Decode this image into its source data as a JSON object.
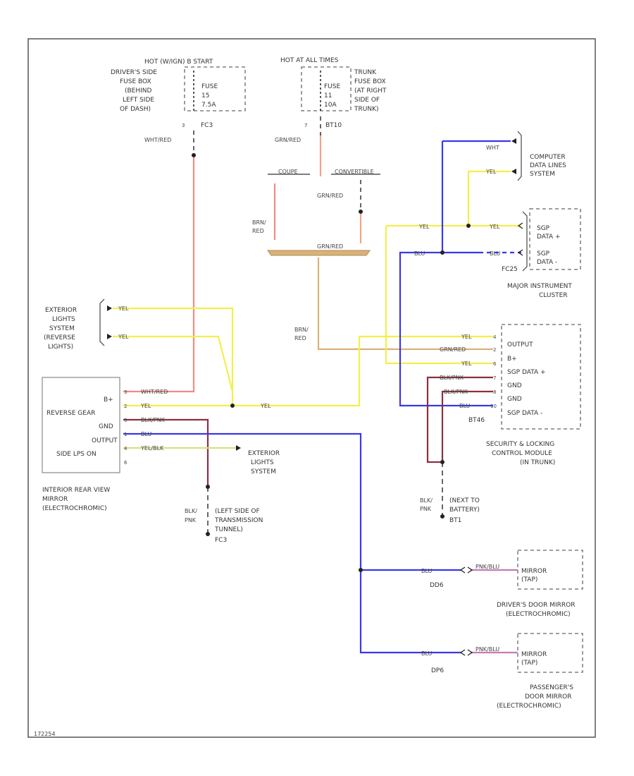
{
  "colors": {
    "yel": "#f3ef4a",
    "red": "#f08c84",
    "blu": "#3a38e8",
    "brn": "#d9b27a",
    "grnred": "#f0a484",
    "maroon": "#8a3040",
    "ylgrn": "#d8e080",
    "pink": "#c77ab6",
    "dark": "#333333"
  },
  "fuse_left": {
    "header": "HOT (W/IGN) B START",
    "desc": [
      "DRIVER'S SIDE",
      "FUSE BOX",
      "(BEHIND",
      "LEFT SIDE",
      "OF DASH)"
    ],
    "fuse": [
      "FUSE",
      "15",
      "7.5A"
    ],
    "pin": "3",
    "conn": "FC3"
  },
  "fuse_right": {
    "header": "HOT AT ALL TIMES",
    "desc": [
      "TRUNK",
      "FUSE BOX",
      "(AT RIGHT",
      "SIDE OF",
      "TRUNK)"
    ],
    "fuse": [
      "FUSE",
      "11",
      "10A"
    ],
    "pin": "7",
    "conn": "BT10"
  },
  "wire_labels": {
    "wht_red_top": "WHT/RED",
    "grn_red_1": "GRN/RED",
    "grn_red_2": "GRN/RED",
    "grn_red_3": "GRN/RED",
    "grn_red_4": "GRN/RED",
    "brn_red_1": [
      "BRN/",
      "RED"
    ],
    "brn_red_2": [
      "BRN/",
      "RED"
    ],
    "coupe": "COUPE",
    "convertible": "CONVERTIBLE",
    "wht": "WHT",
    "yel_data": "YEL",
    "yel_sgp1": "YEL",
    "yel_sgp2": "YEL",
    "blu_sgp1": "BLU",
    "blu_sgp2": "BLU",
    "yel_ext1": "YEL",
    "yel_ext2": "YEL",
    "wht_red_mirror": "WHT/RED",
    "yel_mirror": "YEL",
    "blk_pnk_mirror": "BLK/PNK",
    "blu_mirror": "BLU",
    "yel_blk_mirror": "YEL/BLK",
    "yel_mid": "YEL",
    "yel_sec1": "YEL",
    "grn_red_sec": "GRN/RED",
    "yel_sec2": "YEL",
    "blk_pnk_sec1": "BLK/PNK",
    "blk_pnk_sec2": "BLK/PNK",
    "blu_sec": "BLU",
    "blk_pnk_gnd_l": [
      "BLK/",
      "PNK"
    ],
    "blk_pnk_gnd_r": [
      "BLK/",
      "PNK"
    ],
    "blu_dd": "BLU",
    "pnk_blu_dd": "PNK/BLU",
    "blu_pd": "BLU",
    "pnk_blu_pd": "PNK/BLU"
  },
  "computer_data": [
    "COMPUTER",
    "DATA LINES",
    "SYSTEM"
  ],
  "instrument_cluster": {
    "pins": [
      "SGP",
      "DATA +",
      "SGP",
      "DATA -"
    ],
    "conn": "FC25",
    "title": [
      "MAJOR INSTRUMENT",
      "CLUSTER"
    ]
  },
  "exterior_lights_rev": [
    "EXTERIOR",
    "LIGHTS",
    "SYSTEM",
    "(REVERSE",
    "LIGHTS)"
  ],
  "mirror": {
    "pins": [
      "B+",
      "REVERSE GEAR",
      "GND",
      "OUTPUT",
      "SIDE LPS ON"
    ],
    "pin_nums": [
      "3",
      "2",
      "5",
      "1",
      "4",
      "6"
    ],
    "title": [
      "INTERIOR REAR VIEW",
      "MIRROR",
      "(ELECTROCHROMIC)"
    ]
  },
  "exterior_lights2": [
    "EXTERIOR",
    "LIGHTS",
    "SYSTEM"
  ],
  "security_module": {
    "pins": [
      "OUTPUT",
      "B+",
      "SGP DATA +",
      "GND",
      "GND",
      "SGP DATA -"
    ],
    "pin_nums": [
      "4",
      "2",
      "6",
      "7",
      "8",
      "10"
    ],
    "conn": "BT46",
    "title": [
      "SECURITY & LOCKING",
      "CONTROL MODULE",
      "(IN TRUNK)"
    ]
  },
  "ground_left": {
    "text": [
      "(LEFT SIDE OF",
      "TRANSMISSION",
      "TUNNEL)"
    ],
    "conn": "FC3"
  },
  "ground_right": {
    "text": [
      "(NEXT TO",
      "BATTERY)"
    ],
    "conn": "BT1"
  },
  "drivers_mirror": {
    "pin": "MIRROR",
    "pin2": "(TAP)",
    "conn": "DD6",
    "title": [
      "DRIVER'S DOOR MIRROR",
      "(ELECTROCHROMIC)"
    ]
  },
  "pass_mirror": {
    "pin": "MIRROR",
    "pin2": "(TAP)",
    "conn": "DP6",
    "title": [
      "PASSENGER'S",
      "DOOR MIRROR",
      "(ELECTROCHROMIC)"
    ]
  },
  "footer_code": "172254"
}
